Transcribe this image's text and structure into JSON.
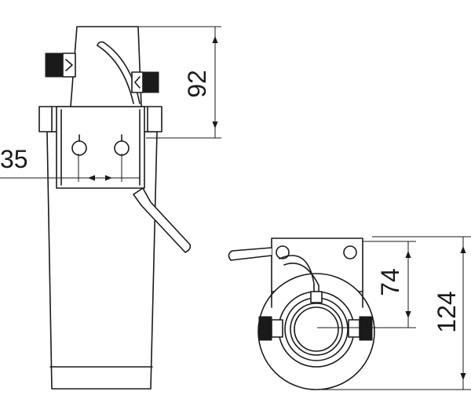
{
  "dimensions": {
    "side_height": "92",
    "side_width": "35",
    "top_inner": "74",
    "top_outer": "124"
  }
}
